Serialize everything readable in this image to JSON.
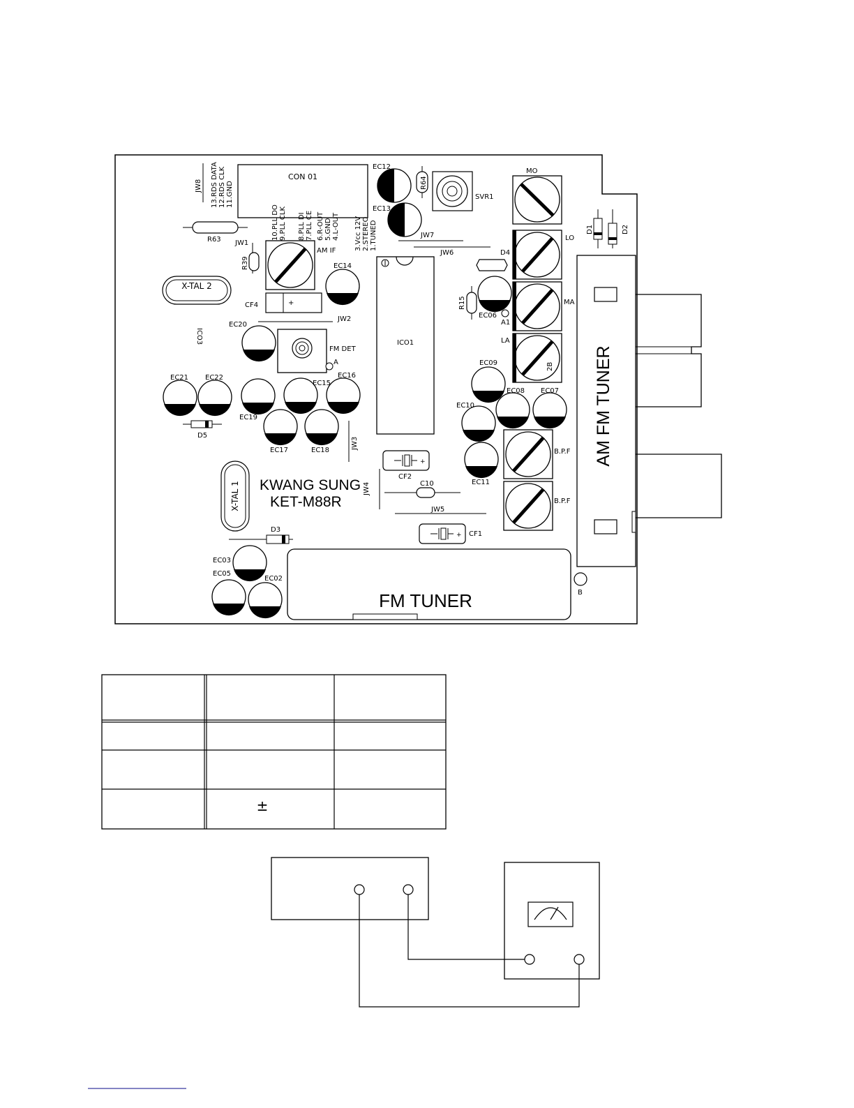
{
  "board": {
    "labels": {
      "con01": "CON 01",
      "jw8": "JW8",
      "pin13": "13.RDS DATA",
      "pin12": "12.RDS CLK",
      "pin11": "11.GND",
      "pin10": "10.PLL DO",
      "pin9": "9.PLL CLK",
      "pin8": "8.PLL DI",
      "pin7": "7.PLL CE",
      "pin6": "6.R-OUT",
      "pin5": "5.GND",
      "pin4": "4.L-OUT",
      "pin3": "3.Vcc 12V",
      "pin2": "2.STEREO",
      "pin1": "1.TUNED",
      "r63": "R63",
      "jw1": "JW1",
      "r39": "R39",
      "amif": "AM IF",
      "xtal2": "X-TAL 2",
      "cf4": "CF4",
      "ico3": "ICO3",
      "jw2": "JW2",
      "fmdet": "FM DET",
      "pointA": "A",
      "ec20": "EC20",
      "ec21": "EC21",
      "ec22": "EC22",
      "ec19": "EC19",
      "ec15": "EC15",
      "ec16": "EC16",
      "ec17": "EC17",
      "ec18": "EC18",
      "ec14": "EC14",
      "d5": "D5",
      "jw3": "JW3",
      "xtal1": "X-TAL 1",
      "brand": "KWANG SUNG",
      "model": "KET-M88R",
      "jw4": "JW4",
      "d3": "D3",
      "ec03": "EC03",
      "ec05": "EC05",
      "ec02": "EC02",
      "fmtuner": "FM TUNER",
      "ec12": "EC12",
      "r64": "R64",
      "svr1": "SVR1",
      "ec13": "EC13",
      "jw7": "JW7",
      "jw6": "JW6",
      "ico1": "ICO1",
      "cf2": "CF2",
      "c10": "C10",
      "jw5": "JW5",
      "cf1": "CF1",
      "mo": "MO",
      "lo": "LO",
      "d4": "D4",
      "d1": "D1",
      "d2": "D2",
      "ma": "MA",
      "la": "LA",
      "coil2b": "2B",
      "r15": "R15",
      "ec06": "EC06",
      "a1": "A1",
      "ec09": "EC09",
      "ec08": "EC08",
      "ec07": "EC07",
      "ec10": "EC10",
      "ec11": "EC11",
      "bpf1": "B.P.F",
      "bpf2": "B.P.F",
      "amfmtuner": "AM FM TUNER",
      "pointB": "B"
    }
  },
  "spec_table": {
    "symbol": "±"
  }
}
